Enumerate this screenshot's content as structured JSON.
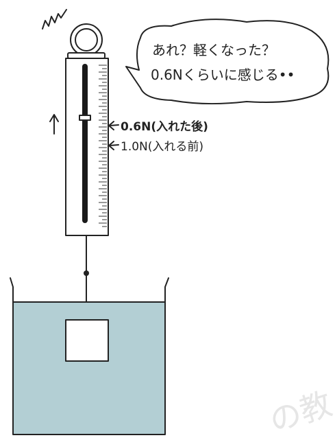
{
  "speech_bubble": {
    "line1": "あれ？軽くなった？",
    "line2": "0.6Nくらいに感じる••"
  },
  "scale_labels": {
    "after": "0.6N(入れた後)",
    "before": "1.0N(入れる前)"
  },
  "watermark": "の教",
  "colors": {
    "water": "#b3cfd4",
    "ink": "#222222",
    "watermark": "#e6e6e6"
  }
}
